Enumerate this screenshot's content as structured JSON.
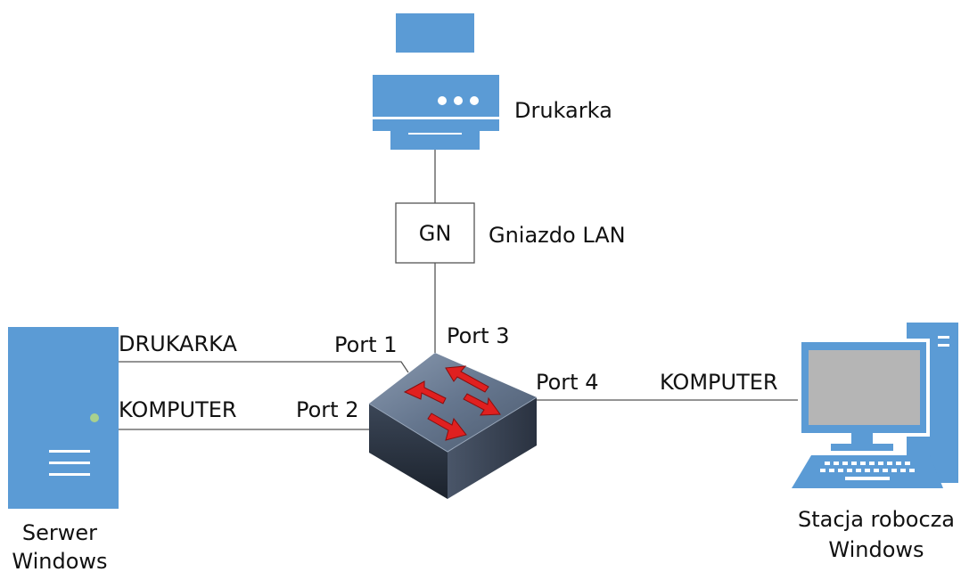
{
  "colors": {
    "device_blue": "#5b9bd5",
    "switch_top": "#6f7f95",
    "switch_front": "#2b3442",
    "switch_side": "#3a4556",
    "arrow_red": "#e02020",
    "wire": "#555555",
    "screen_gray": "#b5b5b5"
  },
  "devices": {
    "printer": {
      "label": "Drukarka",
      "icon": "printer-icon"
    },
    "socket": {
      "box_text": "GN",
      "label": "Gniazdo LAN",
      "icon": "lan-socket-icon"
    },
    "switch": {
      "icon": "network-switch-icon"
    },
    "server": {
      "label_line1": "Serwer",
      "label_line2": "Windows",
      "icon": "server-icon"
    },
    "workstation": {
      "label_line1": "Stacja robocza",
      "label_line2": "Windows",
      "icon": "desktop-computer-icon"
    }
  },
  "ports": {
    "port1": "Port 1",
    "port2": "Port 2",
    "port3": "Port 3",
    "port4": "Port 4"
  },
  "links": {
    "server_printer": "DRUKARKA",
    "server_computer": "KOMPUTER",
    "workstation": "KOMPUTER"
  }
}
